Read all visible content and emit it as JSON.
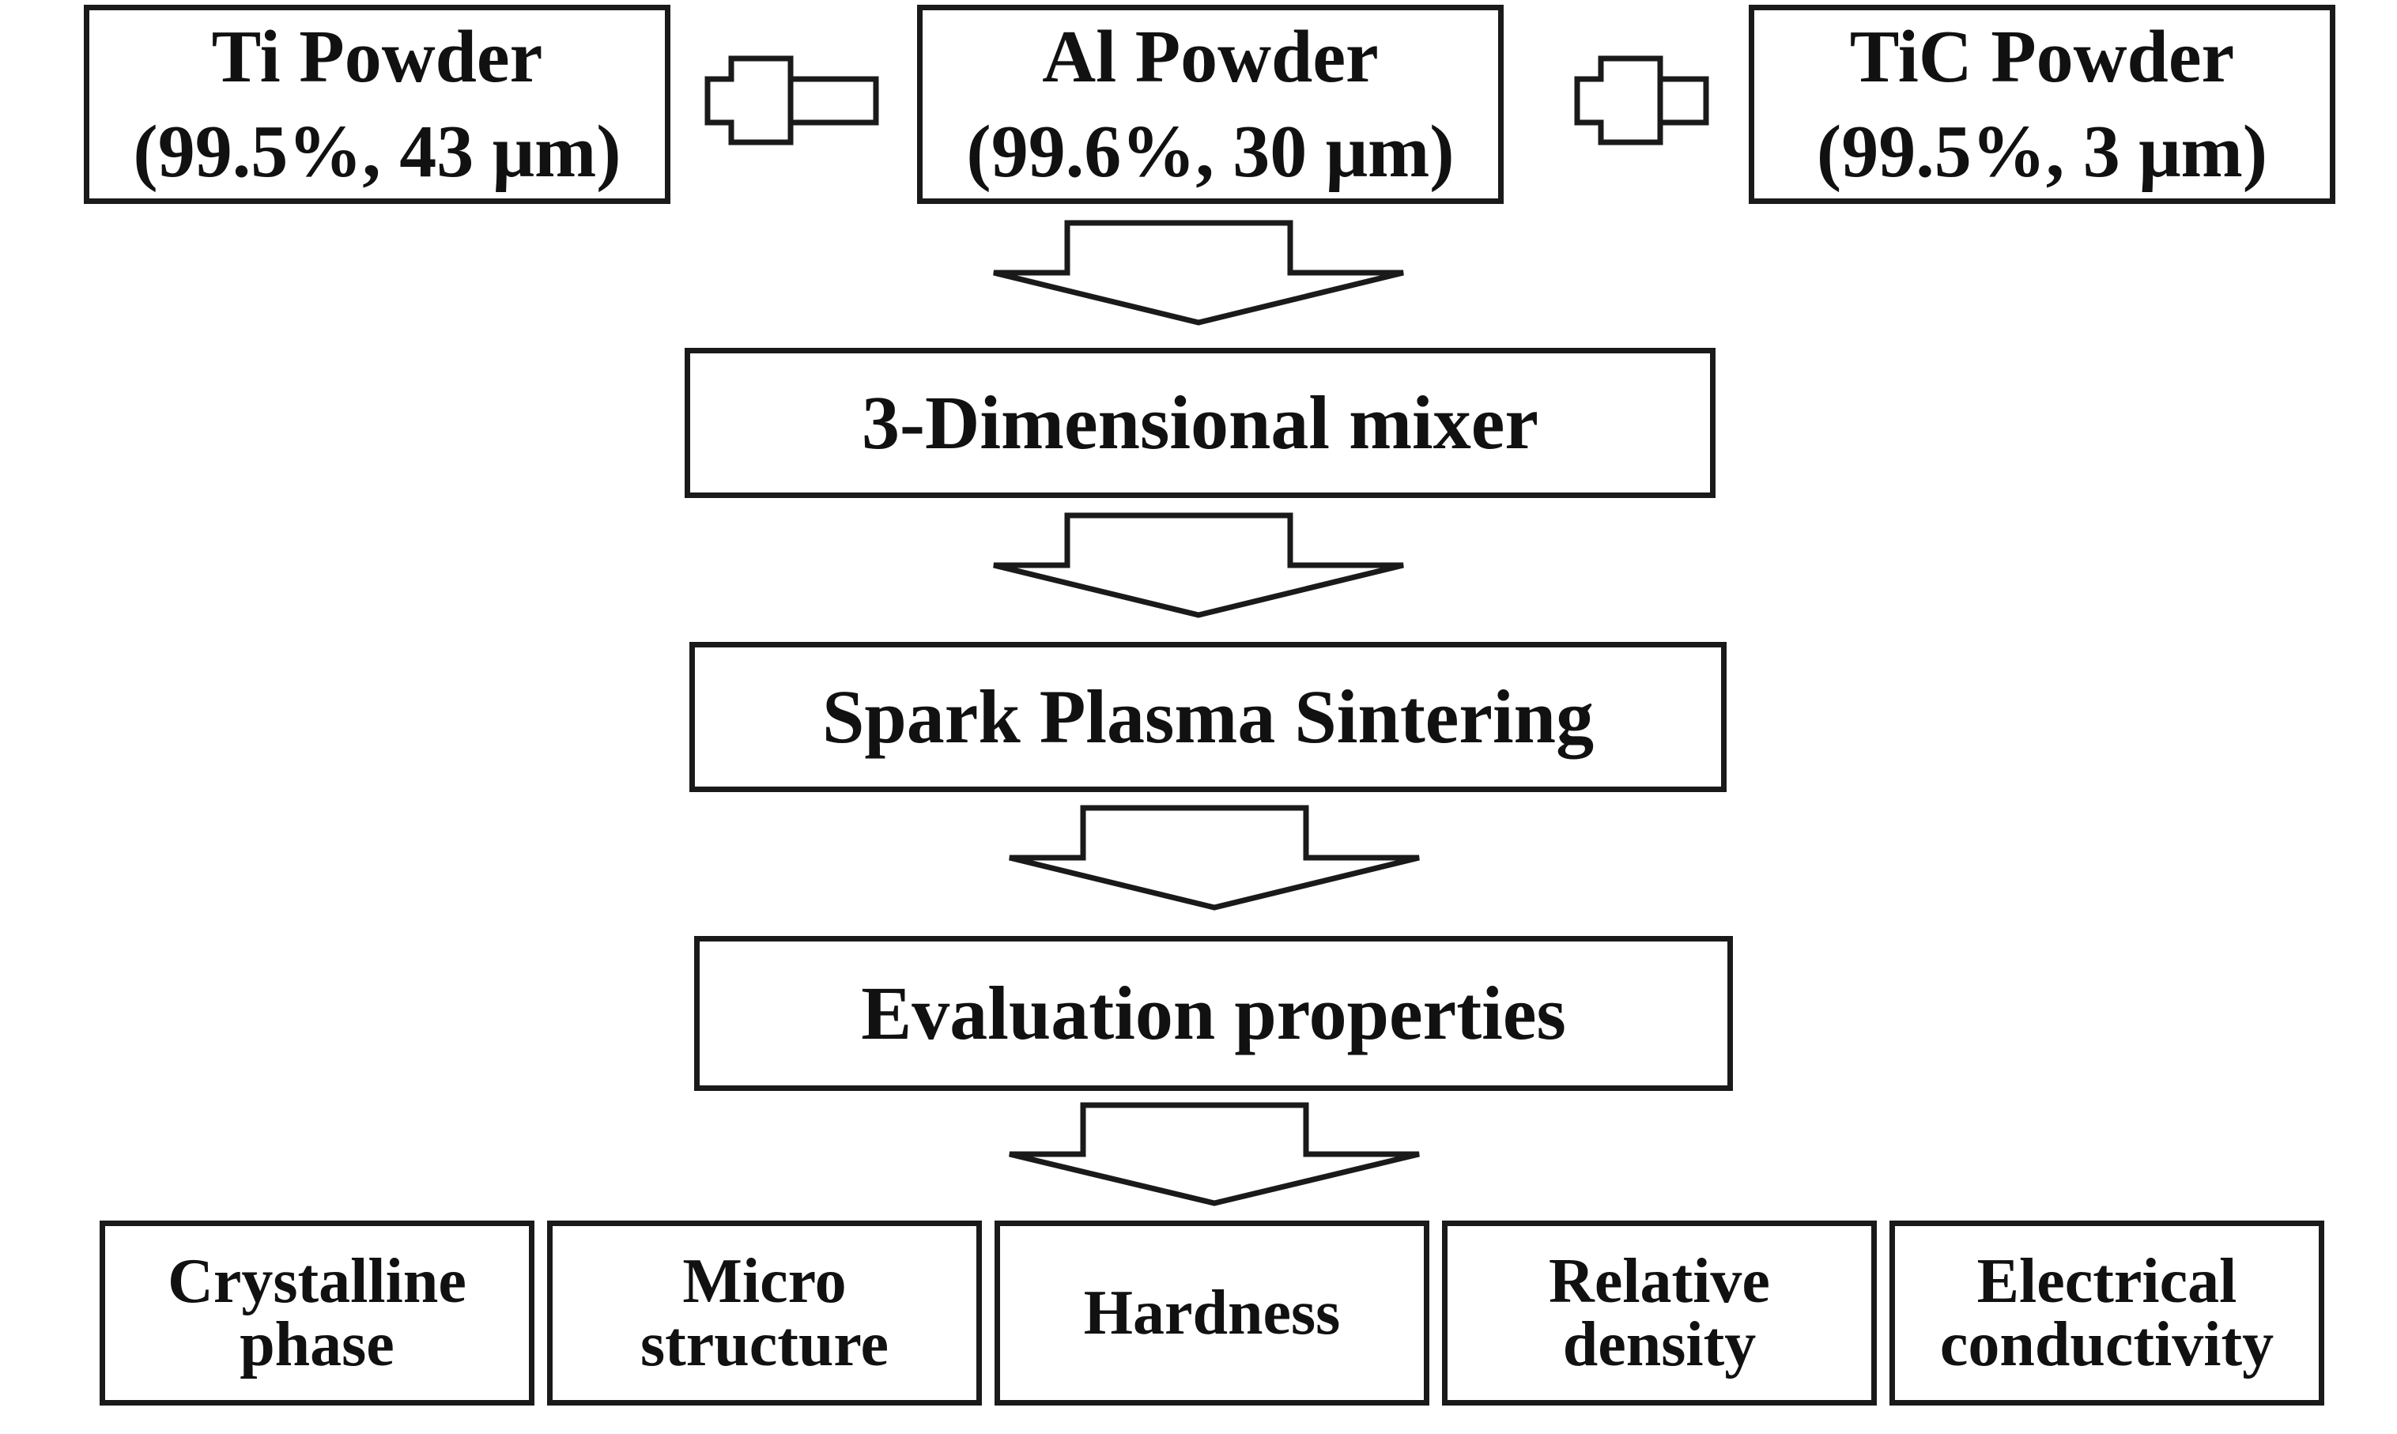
{
  "diagram": {
    "inputs": [
      {
        "name": "Ti Powder",
        "detail": "(99.5%, 43 μm)"
      },
      {
        "name": "Al Powder",
        "detail": "(99.6%, 30 μm)"
      },
      {
        "name": "TiC Powder",
        "detail": "(99.5%, 3 μm)"
      }
    ],
    "steps": [
      "3-Dimensional mixer",
      "Spark Plasma Sintering",
      "Evaluation properties"
    ],
    "properties": [
      {
        "line1": "Crystalline",
        "line2": "phase"
      },
      {
        "line1": "Micro",
        "line2": "structure"
      },
      {
        "line1": "Hardness",
        "line2": ""
      },
      {
        "line1": "Relative",
        "line2": "density"
      },
      {
        "line1": "Electrical",
        "line2": "conductivity"
      }
    ]
  }
}
